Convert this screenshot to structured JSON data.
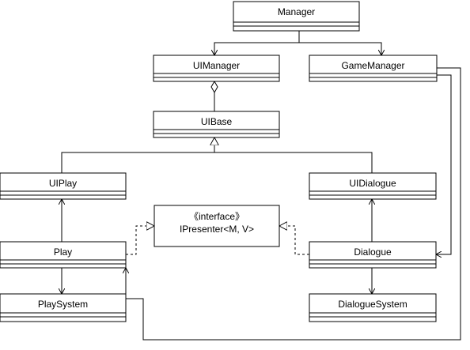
{
  "classes": {
    "manager": "Manager",
    "ui_manager": "UIManager",
    "game_manager": "GameManager",
    "ui_base": "UIBase",
    "ui_play": "UIPlay",
    "ui_dialogue": "UIDialogue",
    "play": "Play",
    "dialogue": "Dialogue",
    "play_system": "PlaySystem",
    "dialogue_system": "DialogueSystem"
  },
  "interface": {
    "stereotype": "《interface》",
    "name": "IPresenter<M, V>"
  },
  "colors": {
    "line": "#000000",
    "box_fill": "#ffffff"
  }
}
